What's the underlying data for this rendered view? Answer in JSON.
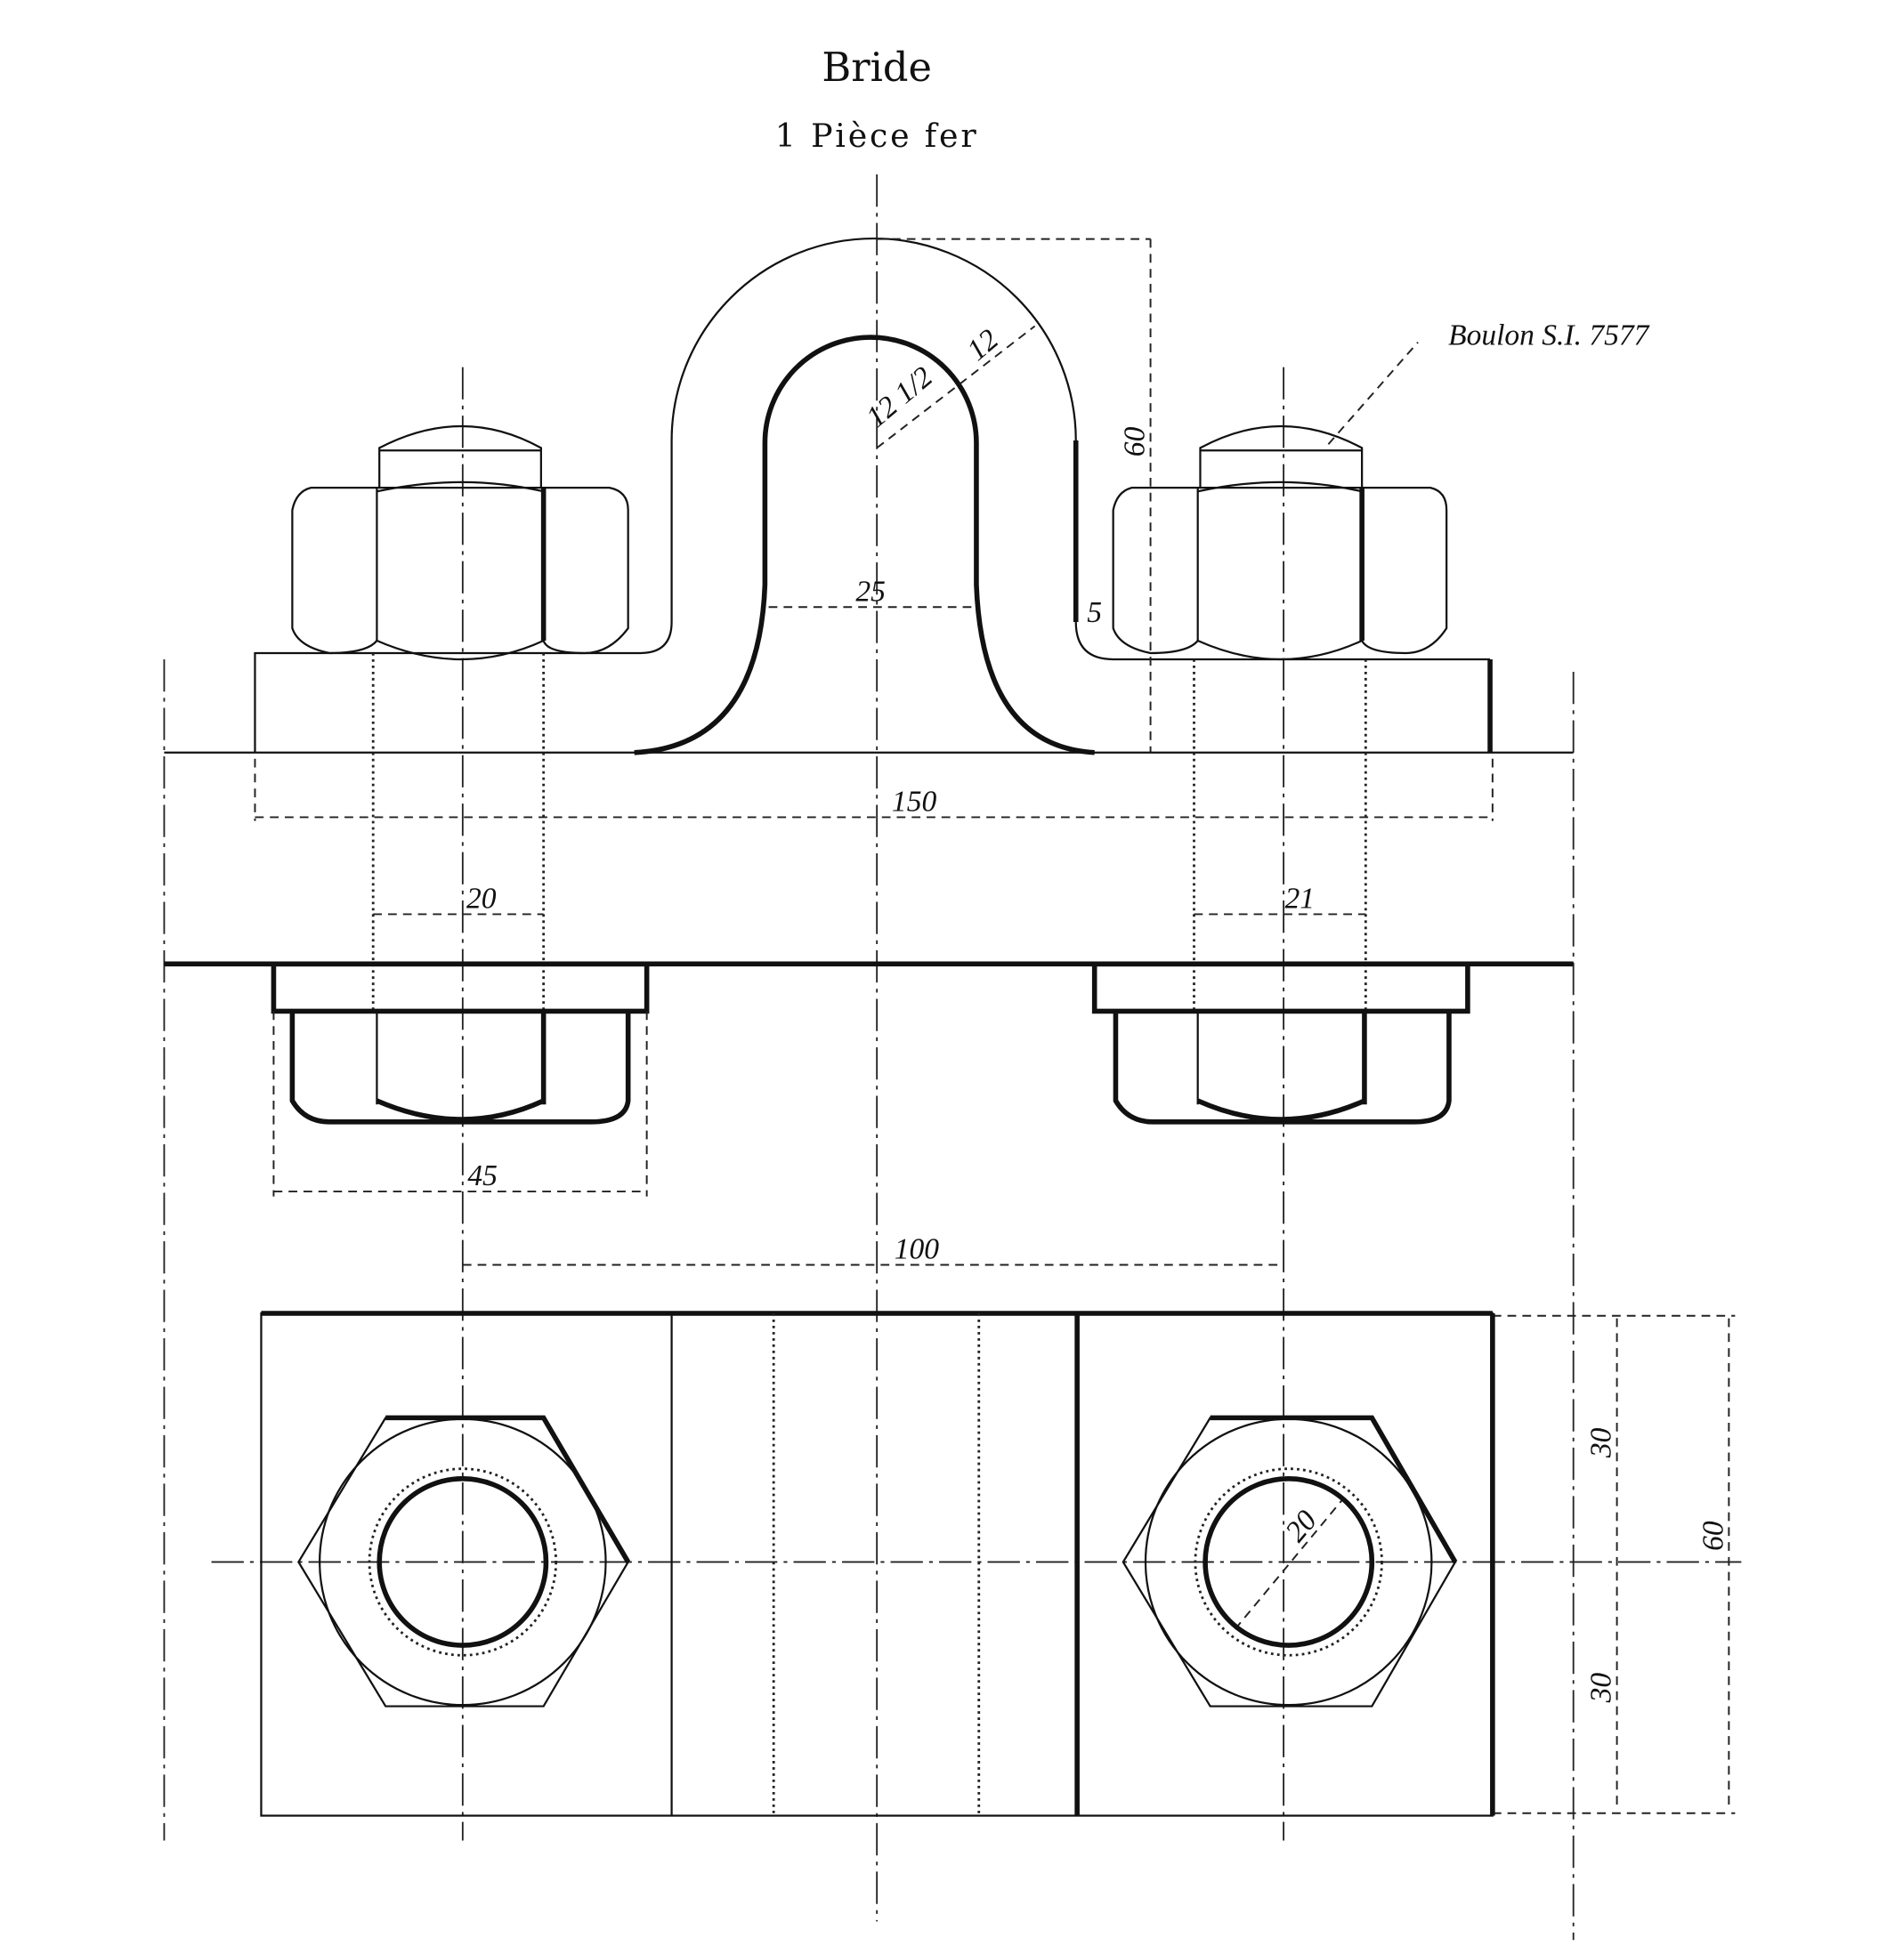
{
  "title": "Bride",
  "subtitle": "1 Pièce fer",
  "callout": "Boulon S.I. 7577",
  "dimensions": {
    "overall_length": "150",
    "bolt_spacing": "100",
    "loop_height": "60",
    "loop_inner_width": "25",
    "loop_outer_thickness": "12",
    "loop_inner_radius": "12 1/2",
    "fillet": "5",
    "bolt_left_diameter": "20",
    "bolt_right_diameter": "21",
    "washer_width": "45",
    "half_width_top": "30",
    "half_width_bottom": "30",
    "plate_width": "60",
    "hole_radius": "20"
  }
}
